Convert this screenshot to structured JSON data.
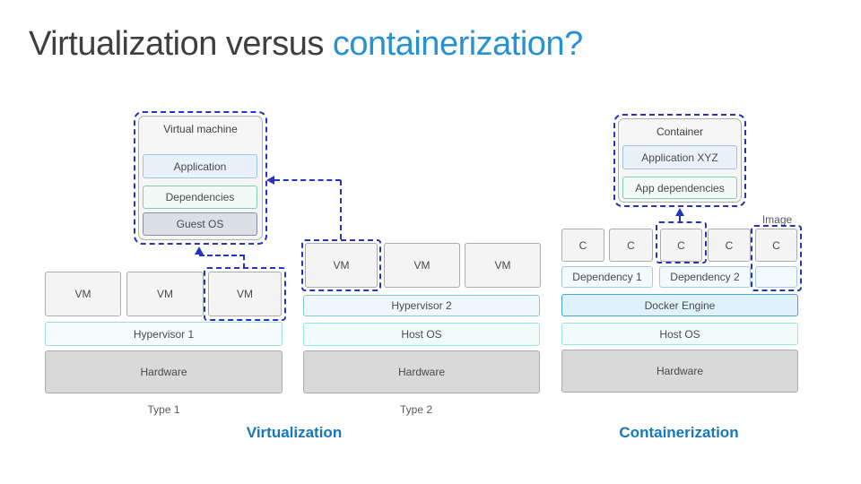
{
  "title": {
    "part1": "Virtualization versus ",
    "part2": "containerization?"
  },
  "left": {
    "detail": {
      "title": "Virtual machine",
      "items": [
        "Application",
        "Dependencies",
        "Guest OS"
      ]
    },
    "vms": [
      "VM",
      "VM",
      "VM"
    ],
    "hypervisor": "Hypervisor 1",
    "hardware": "Hardware",
    "caption": "Type 1"
  },
  "middle": {
    "vms": [
      "VM",
      "VM",
      "VM"
    ],
    "hypervisor": "Hypervisor 2",
    "host_os": "Host OS",
    "hardware": "Hardware",
    "caption": "Type 2"
  },
  "right": {
    "detail": {
      "title": "Container",
      "items": [
        "Application XYZ",
        "App dependencies"
      ]
    },
    "containers": [
      "C",
      "C",
      "C",
      "C",
      "C"
    ],
    "dependencies": [
      "Dependency 1",
      "Dependency 2"
    ],
    "image_label": "Image",
    "docker": "Docker Engine",
    "host_os": "Host OS",
    "hardware": "Hardware"
  },
  "footer": {
    "virtualization": "Virtualization",
    "containerization": "Containerization"
  },
  "colors": {
    "accent_blue": "#2791D1",
    "label_blue": "#1478BE",
    "dash_blue": "#2433C0"
  }
}
